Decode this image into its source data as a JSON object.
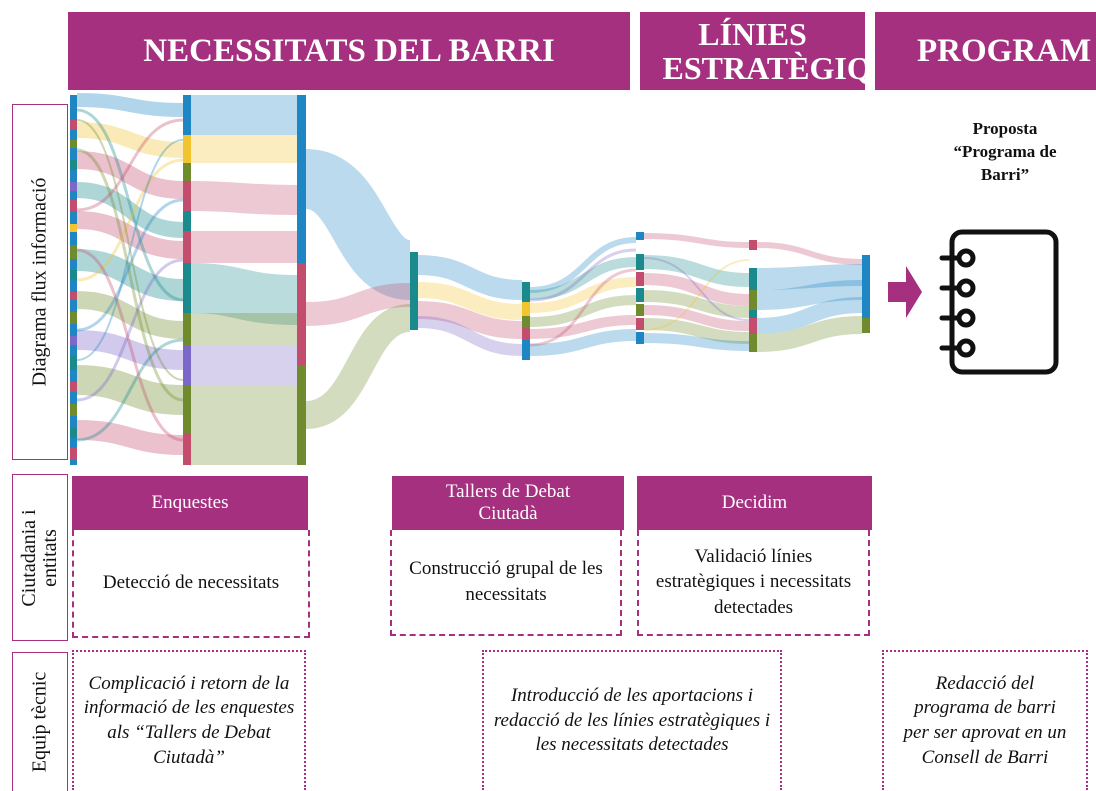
{
  "headers": {
    "necessitats": "NECESSITATS DEL BARRI",
    "linies": "LÍNIES ESTRATÈGIQ",
    "programa": "PROGRAM"
  },
  "row_labels": {
    "diagrama": "Diagrama flux informació",
    "ciutadania_line1": "Ciutadania i",
    "ciutadania_line2": "entitats",
    "equip": "Equip tècnic"
  },
  "stages": {
    "enquestes": "Enquestes",
    "tallers": "Tallers de Debat Ciutadà",
    "decidim": "Decidim"
  },
  "citizen_tasks": {
    "deteccio": "Detecció de necessitats",
    "construccio": "Construcció grupal de les necessitats",
    "validacio": "Validació línies estratègiques i necessitats detectades"
  },
  "technical_tasks": {
    "complicacio": "Complicació i retorn de la informació de les enquestes als “Tallers de Debat Ciutadà”",
    "introduccio": "Introducció de les aportacions i redacció de les línies estratègiques i les necessitats detectades",
    "redaccio": "Redacció del programa de barri per ser aprovat en un Consell de Barri"
  },
  "proposta": "Proposta “Programa de Barri”",
  "icons": [
    "arrow-right-icon",
    "notebook-icon"
  ],
  "colors": {
    "accent": "#a5307f",
    "flow_blue": "#1f86c4",
    "flow_teal": "#1a8a8c",
    "flow_olive": "#6f8b2e",
    "flow_pink": "#c34d6c",
    "flow_yellow": "#f2c430",
    "flow_purple": "#7b68c8"
  }
}
